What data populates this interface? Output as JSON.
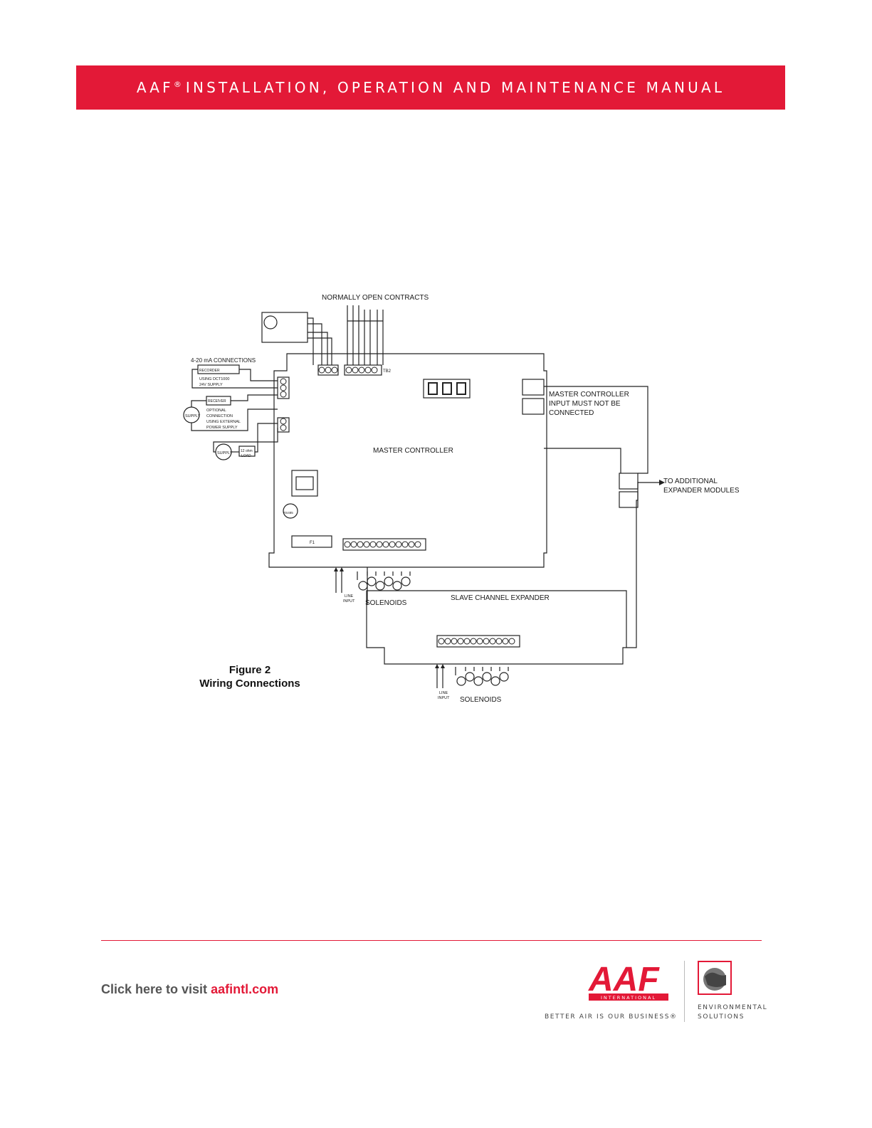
{
  "header": {
    "title_pre": "AAF",
    "title_reg": "®",
    "title_post": "INSTALLATION, OPERATION AND MAINTENANCE MANUAL"
  },
  "figure": {
    "normally_open": "NORMALLY OPEN CONTRACTS",
    "connections_4_20": "4-20 mA CONNECTIONS",
    "recorder": "RECORDER",
    "using_dct": "USING DCT1000",
    "supply_24v": "24V SUPPLY",
    "receiver": "RECEIVER",
    "optional_1": "OPTIONAL",
    "optional_2": "CONNECTION",
    "optional_3": "USING EXTERNAL",
    "optional_4": "POWER SUPPLY",
    "supply": "SUPPLY",
    "load_1": "12 ohm",
    "load_2": "LOAD",
    "master_note_1": "MASTER CONTROLLER",
    "master_note_2": "INPUT MUST NOT BE",
    "master_note_3": "CONNECTED",
    "master_controller": "MASTER CONTROLLER",
    "to_additional_1": "TO ADDITIONAL",
    "to_additional_2": "EXPANDER MODULES",
    "slave_expander": "SLAVE CHANNEL EXPANDER",
    "line": "LINE",
    "input": "INPUT",
    "solenoids": "SOLENOIDS",
    "tb2": "TB2",
    "f1": "F1",
    "rs485": "RS485"
  },
  "caption": {
    "line1": "Figure 2",
    "line2": "Wiring Connections"
  },
  "footer": {
    "link_prefix": "Click here to visit ",
    "link_domain": "aafintl.com",
    "brand": "AAF",
    "brand_sub": "INTERNATIONAL",
    "tagline": "BETTER AIR IS OUR BUSINESS®",
    "env_line1": "ENVIRONMENTAL",
    "env_line2": "SOLUTIONS"
  },
  "colors": {
    "brand_red": "#e31937",
    "text_dark": "#222222",
    "link_gray": "#555555"
  }
}
